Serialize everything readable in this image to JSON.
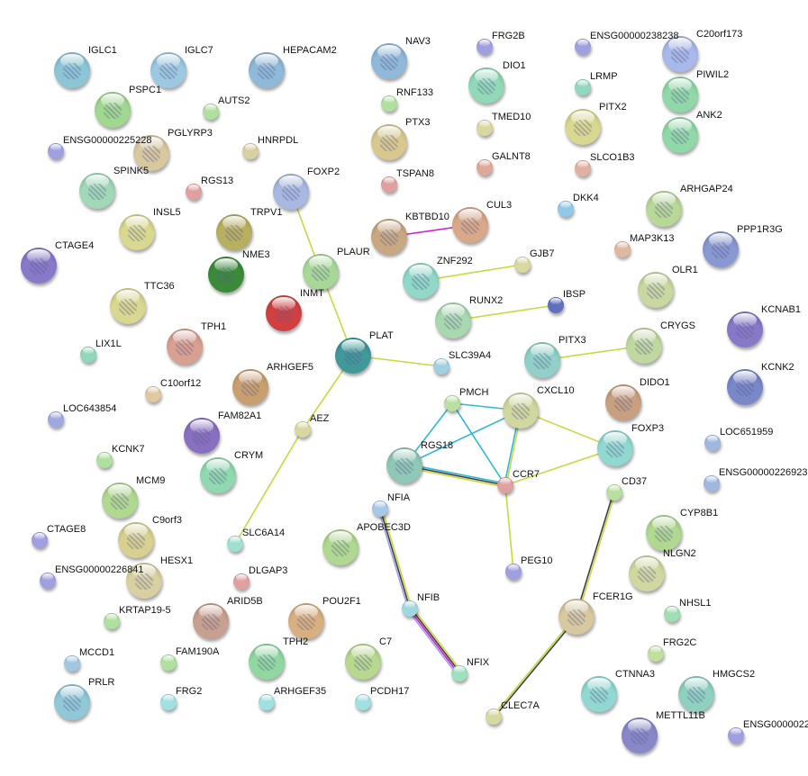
{
  "nodes": [
    {
      "id": "IGLC1",
      "color": "#8cc6d6"
    },
    {
      "id": "IGLC7",
      "color": "#9cc8e0"
    },
    {
      "id": "HEPACAM2",
      "color": "#90b8d8"
    },
    {
      "id": "NAV3",
      "color": "#90b8d8"
    },
    {
      "id": "FRG2B",
      "color": "#a0a0e0"
    },
    {
      "id": "ENSG00000238238",
      "color": "#a0a0e0"
    },
    {
      "id": "C20orf173",
      "color": "#a8b8e8"
    },
    {
      "id": "DIO1",
      "color": "#90d8b8"
    },
    {
      "id": "LRMP",
      "color": "#90d8c0"
    },
    {
      "id": "PIWIL2",
      "color": "#90d8a8"
    },
    {
      "id": "PSPC1",
      "color": "#a0d890"
    },
    {
      "id": "AUTS2",
      "color": "#b0e0a0"
    },
    {
      "id": "RNF133",
      "color": "#b0e0a0"
    },
    {
      "id": "PITX2",
      "color": "#d8d890"
    },
    {
      "id": "ANK2",
      "color": "#90d8a8"
    },
    {
      "id": "TMED10",
      "color": "#d8d8a0"
    },
    {
      "id": "PTX3",
      "color": "#d8c890"
    },
    {
      "id": "ENSG00000225228",
      "color": "#a0a0e0"
    },
    {
      "id": "PGLYRP3",
      "color": "#d8c8a0"
    },
    {
      "id": "HNRPDL",
      "color": "#d8d0a0"
    },
    {
      "id": "GALNT8",
      "color": "#e0a898"
    },
    {
      "id": "SLCO1B3",
      "color": "#e0b0a0"
    },
    {
      "id": "SPINK5",
      "color": "#a0d8b8"
    },
    {
      "id": "RGS13",
      "color": "#e0a0a0"
    },
    {
      "id": "FOXP2",
      "color": "#a8b8e0"
    },
    {
      "id": "TSPAN8",
      "color": "#e0a0a0"
    },
    {
      "id": "DKK4",
      "color": "#90c8e8"
    },
    {
      "id": "ARHGAP24",
      "color": "#b8d898"
    },
    {
      "id": "INSL5",
      "color": "#d8d890"
    },
    {
      "id": "TRPV1",
      "color": "#b8b060"
    },
    {
      "id": "KBTBD10",
      "color": "#c8a880"
    },
    {
      "id": "CUL3",
      "color": "#d8a888"
    },
    {
      "id": "CTAGE4",
      "color": "#8878c8"
    },
    {
      "id": "MAP3K13",
      "color": "#e0b8a0"
    },
    {
      "id": "PPP1R3G",
      "color": "#8898d0"
    },
    {
      "id": "NME3",
      "color": "#3a8a3a"
    },
    {
      "id": "PLAUR",
      "color": "#a8d898"
    },
    {
      "id": "ZNF292",
      "color": "#90d8c8"
    },
    {
      "id": "GJB7",
      "color": "#d8d8a0"
    },
    {
      "id": "OLR1",
      "color": "#c8d8a0"
    },
    {
      "id": "TTC36",
      "color": "#d8d890"
    },
    {
      "id": "INMT",
      "color": "#d04040"
    },
    {
      "id": "RUNX2",
      "color": "#a8d8b0"
    },
    {
      "id": "IBSP",
      "color": "#6070c0"
    },
    {
      "id": "KCNAB1",
      "color": "#8878c8"
    },
    {
      "id": "TPH1",
      "color": "#d8a090"
    },
    {
      "id": "PLAT",
      "color": "#409898"
    },
    {
      "id": "CRYGS",
      "color": "#c0d8a0"
    },
    {
      "id": "LIX1L",
      "color": "#90d8b8"
    },
    {
      "id": "SLC39A4",
      "color": "#a0d0e0"
    },
    {
      "id": "PITX3",
      "color": "#90d0c8"
    },
    {
      "id": "KCNK2",
      "color": "#7888c8"
    },
    {
      "id": "ARHGEF5",
      "color": "#c8a070"
    },
    {
      "id": "C10orf12",
      "color": "#e0c8a0"
    },
    {
      "id": "DIDO1",
      "color": "#c8a080"
    },
    {
      "id": "PMCH",
      "color": "#b8e0a0"
    },
    {
      "id": "CXCL10",
      "color": "#d0d8a0"
    },
    {
      "id": "LOC643854",
      "color": "#a0a8e0"
    },
    {
      "id": "FAM82A1",
      "color": "#8870c0"
    },
    {
      "id": "AEZ",
      "color": "#d8d8a0"
    },
    {
      "id": "FOXP3",
      "color": "#90d8d0"
    },
    {
      "id": "LOC651959",
      "color": "#a0b8e0"
    },
    {
      "id": "KCNK7",
      "color": "#b0e0a0"
    },
    {
      "id": "CRYM",
      "color": "#90d8b0"
    },
    {
      "id": "RGS18",
      "color": "#90c8b8"
    },
    {
      "id": "CCR7",
      "color": "#e0a0a0"
    },
    {
      "id": "ENSG00000226923",
      "color": "#a0b8e0"
    },
    {
      "id": "CD37",
      "color": "#b8e0a0"
    },
    {
      "id": "MCM9",
      "color": "#b0d890"
    },
    {
      "id": "NFIA",
      "color": "#a8c8e8"
    },
    {
      "id": "CYP8B1",
      "color": "#b0d890"
    },
    {
      "id": "C9orf3",
      "color": "#d8d090"
    },
    {
      "id": "APOBEC3D",
      "color": "#b0d890"
    },
    {
      "id": "CTAGE8",
      "color": "#a0a0e0"
    },
    {
      "id": "SLC6A14",
      "color": "#a0e0d0"
    },
    {
      "id": "PEG10",
      "color": "#a0a0e0"
    },
    {
      "id": "NLGN2",
      "color": "#d0d8a0"
    },
    {
      "id": "HESX1",
      "color": "#d8d0a0"
    },
    {
      "id": "ENSG00000226841",
      "color": "#a0a0e0"
    },
    {
      "id": "DLGAP3",
      "color": "#e0a0a0"
    },
    {
      "id": "NFIB",
      "color": "#a0d8e0"
    },
    {
      "id": "FCER1G",
      "color": "#d8c8a0"
    },
    {
      "id": "NHSL1",
      "color": "#a0e0b0"
    },
    {
      "id": "KRTAP19-5",
      "color": "#b0e0a0"
    },
    {
      "id": "ARID5B",
      "color": "#c8a090"
    },
    {
      "id": "POU2F1",
      "color": "#d8b080"
    },
    {
      "id": "MCCD1",
      "color": "#a0c8e0"
    },
    {
      "id": "FAM190A",
      "color": "#b0e0a0"
    },
    {
      "id": "TPH2",
      "color": "#90d8a0"
    },
    {
      "id": "C7",
      "color": "#b8d890"
    },
    {
      "id": "NFIX",
      "color": "#a0e0c0"
    },
    {
      "id": "FRG2C",
      "color": "#c0e0a0"
    },
    {
      "id": "CTNNA3",
      "color": "#90d8d0"
    },
    {
      "id": "HMGCS2",
      "color": "#90d0c0"
    },
    {
      "id": "PRLR",
      "color": "#90c8d8"
    },
    {
      "id": "FRG2",
      "color": "#a0e0e0"
    },
    {
      "id": "ARHGEF35",
      "color": "#a0e0e0"
    },
    {
      "id": "PCDH17",
      "color": "#a0e0e0"
    },
    {
      "id": "CLEC7A",
      "color": "#d8d8a0"
    },
    {
      "id": "METTL11B",
      "color": "#8888c8"
    },
    {
      "id": "ENSG0000022",
      "color": "#a0a0e0"
    }
  ],
  "edges": [
    {
      "source": "FOXP2",
      "target": "PLAUR",
      "colors": [
        "#c8d840"
      ]
    },
    {
      "source": "PLAUR",
      "target": "PLAT",
      "colors": [
        "#c8d840"
      ]
    },
    {
      "source": "PLAT",
      "target": "AEZ",
      "colors": [
        "#c8d840"
      ]
    },
    {
      "source": "AEZ",
      "target": "SLC6A14",
      "colors": [
        "#c8d840"
      ]
    },
    {
      "source": "PLAT",
      "target": "SLC39A4",
      "colors": [
        "#c8d840"
      ]
    },
    {
      "source": "KBTBD10",
      "target": "CUL3",
      "colors": [
        "#d020d0"
      ]
    },
    {
      "source": "ZNF292",
      "target": "GJB7",
      "colors": [
        "#c8d840"
      ]
    },
    {
      "source": "RUNX2",
      "target": "IBSP",
      "colors": [
        "#c8d840"
      ]
    },
    {
      "source": "PITX3",
      "target": "CRYGS",
      "colors": [
        "#c8d840"
      ]
    },
    {
      "source": "PMCH",
      "target": "CXCL10",
      "colors": [
        "#30b8d8"
      ]
    },
    {
      "source": "PMCH",
      "target": "RGS18",
      "colors": [
        "#30b8d8"
      ]
    },
    {
      "source": "PMCH",
      "target": "CCR7",
      "colors": [
        "#30b8d8"
      ]
    },
    {
      "source": "CXCL10",
      "target": "RGS18",
      "colors": [
        "#30b8d8"
      ]
    },
    {
      "source": "CXCL10",
      "target": "CCR7",
      "colors": [
        "#c8d840",
        "#30b8d8"
      ]
    },
    {
      "source": "CXCL10",
      "target": "FOXP3",
      "colors": [
        "#c8d840"
      ]
    },
    {
      "source": "RGS18",
      "target": "CCR7",
      "colors": [
        "#30b8d8",
        "#404040",
        "#c8d840"
      ]
    },
    {
      "source": "CCR7",
      "target": "FOXP3",
      "colors": [
        "#c8d840"
      ]
    },
    {
      "source": "CCR7",
      "target": "PEG10",
      "colors": [
        "#c8d840"
      ]
    },
    {
      "source": "NFIA",
      "target": "NFIB",
      "colors": [
        "#c8d840",
        "#404040",
        "#a0a0f0"
      ]
    },
    {
      "source": "NFIB",
      "target": "NFIX",
      "colors": [
        "#c8d840",
        "#404040",
        "#d020d0",
        "#a0a0f0"
      ]
    },
    {
      "source": "CD37",
      "target": "FCER1G",
      "colors": [
        "#c8d840",
        "#404040"
      ]
    },
    {
      "source": "FCER1G",
      "target": "CLEC7A",
      "colors": [
        "#404040",
        "#c8d840"
      ]
    }
  ]
}
